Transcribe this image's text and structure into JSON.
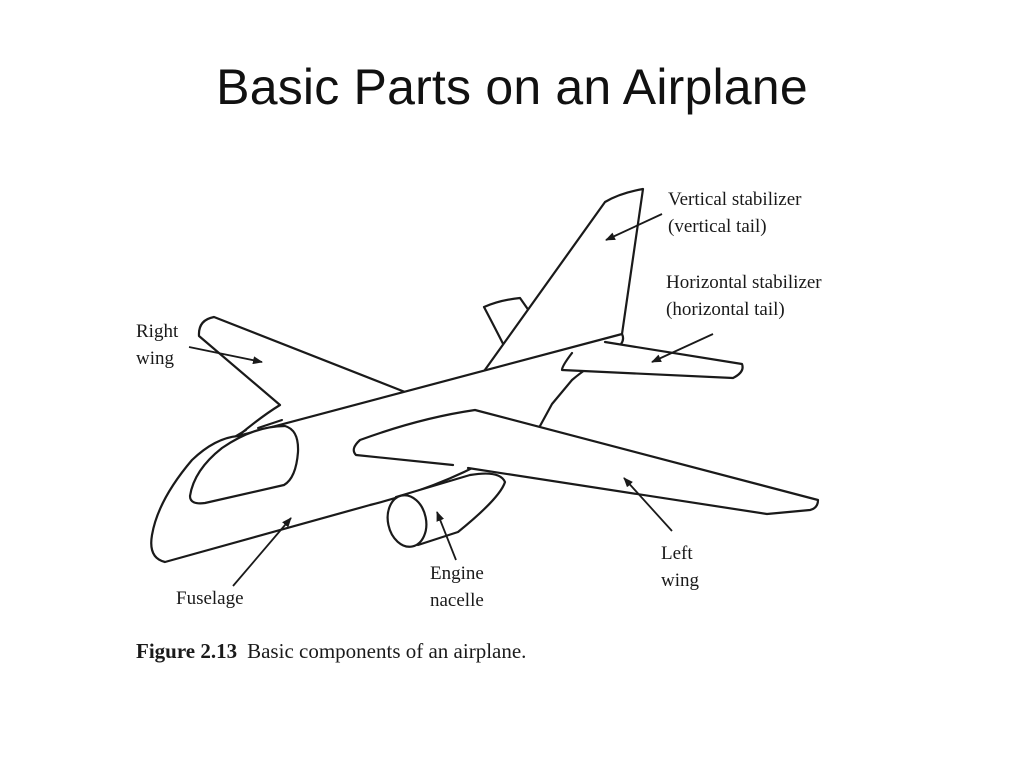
{
  "title": "Basic Parts on an Airplane",
  "labels": {
    "vertical_stabilizer": "Vertical stabilizer",
    "vertical_tail": "(vertical tail)",
    "horizontal_stabilizer": "Horizontal stabilizer",
    "horizontal_tail": "(horizontal tail)",
    "right_wing_1": "Right",
    "right_wing_2": "wing",
    "fuselage": "Fuselage",
    "engine_1": "Engine",
    "engine_2": "nacelle",
    "left_wing_1": "Left",
    "left_wing_2": "wing"
  },
  "caption": {
    "figure": "Figure 2.13",
    "text": "Basic components of an airplane."
  }
}
